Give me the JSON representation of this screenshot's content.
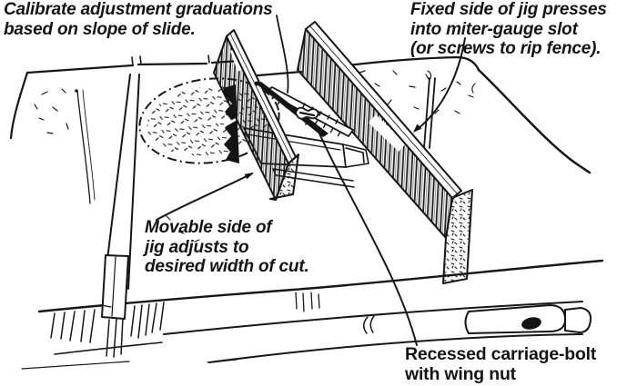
{
  "figure": {
    "type": "technical-line-illustration",
    "subject": "table-saw width jig",
    "colors": {
      "ink": "#161616",
      "paper": "#ffffff"
    },
    "annotations": {
      "calibrate": "Calibrate adjustment graduations\nbased on slope of slide.",
      "fixed_side": "Fixed side of jig presses\ninto miter-gauge slot\n(or screws to rip fence).",
      "movable_side": "Movable side of\njig adjusts to\ndesired width of cut.",
      "carriage_bolt": "Recessed carriage-bolt\nwith wing nut"
    }
  }
}
